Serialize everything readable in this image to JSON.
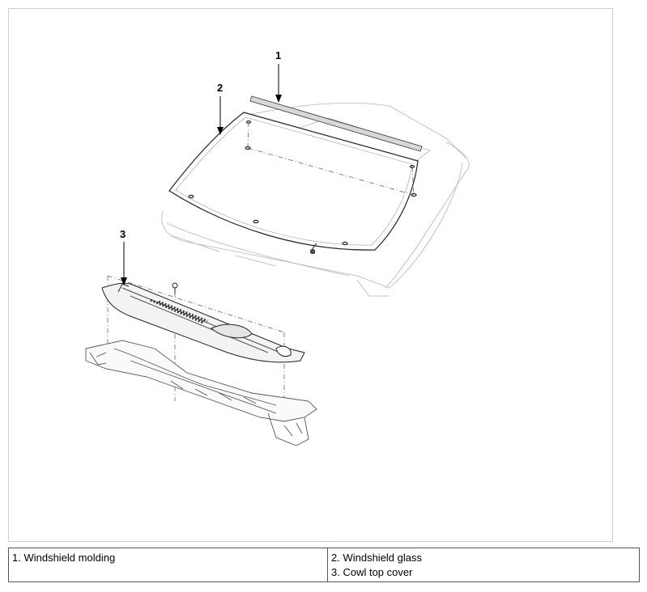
{
  "figure": {
    "callouts": [
      {
        "id": "1",
        "text": "1"
      },
      {
        "id": "2",
        "text": "2"
      },
      {
        "id": "3",
        "text": "3"
      }
    ]
  },
  "legend": {
    "left": [
      "1. Windshield molding"
    ],
    "right": [
      "2. Windshield glass",
      "3. Cowl top cover"
    ]
  }
}
